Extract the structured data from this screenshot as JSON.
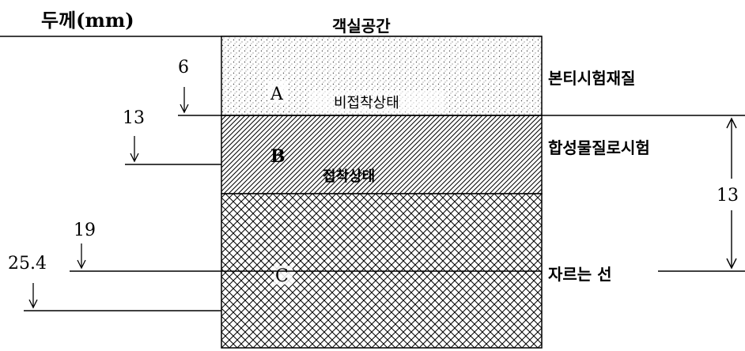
{
  "header": {
    "thickness_label": "두께(mm)",
    "top_label": "객실공간"
  },
  "layers": [
    {
      "id": "A",
      "label": "A",
      "state": "비접착상태",
      "side_label": "본티시험재질",
      "fill": "dots"
    },
    {
      "id": "B",
      "label": "B",
      "state": "접착상태",
      "side_label": "합성물질로시험",
      "fill": "diagonal-hatch"
    },
    {
      "id": "C",
      "label": "C",
      "state": "",
      "side_label": "자르는  선",
      "fill": "cross-hatch"
    }
  ],
  "dimensions": {
    "d6": "6",
    "d13": "13",
    "d19": "19",
    "d25_4": "25.4",
    "right_13": "13"
  }
}
